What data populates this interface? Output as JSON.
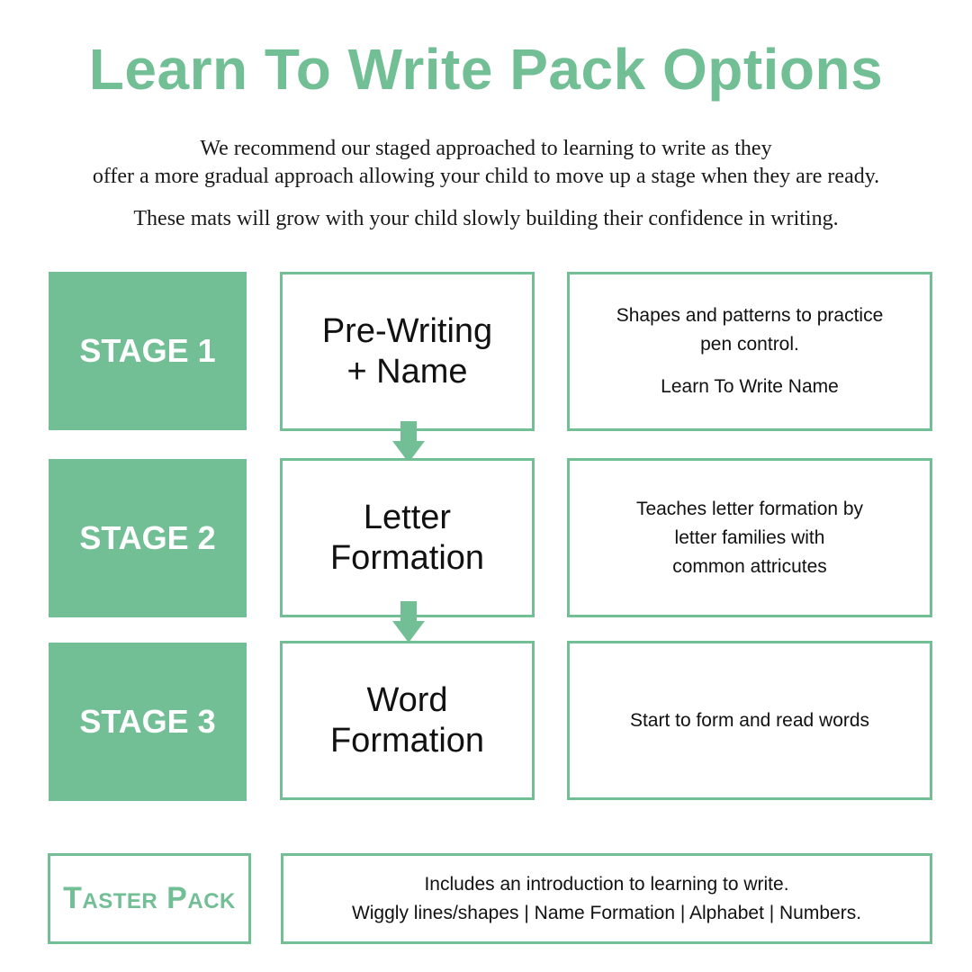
{
  "title": "Learn To Write Pack Options",
  "intro": {
    "line1": "We recommend our staged approached to learning to write as they",
    "line2": "offer a more gradual approach allowing your child to move up a stage when they are ready.",
    "line3": "These mats will grow with your child slowly building their confidence in writing."
  },
  "accent_color": "#72bf96",
  "stages": [
    {
      "label": "STAGE 1",
      "name_lines": [
        "Pre-Writing",
        "+ Name"
      ],
      "desc_lines": [
        "Shapes and patterns to practice",
        "pen control."
      ],
      "desc_extra": "Learn To Write Name"
    },
    {
      "label": "STAGE 2",
      "name_lines": [
        "Letter",
        "Formation"
      ],
      "desc_lines": [
        "Teaches letter formation by",
        "letter families with",
        "common attricutes"
      ]
    },
    {
      "label": "STAGE 3",
      "name_lines": [
        "Word",
        "Formation"
      ],
      "desc_lines": [
        "Start to form and read words"
      ]
    }
  ],
  "arrow_icon": "arrow-down-icon",
  "taster": {
    "label": "Taster Pack",
    "desc_lines": [
      "Includes an introduction to learning to write.",
      "Wiggly lines/shapes | Name Formation | Alphabet | Numbers."
    ]
  }
}
